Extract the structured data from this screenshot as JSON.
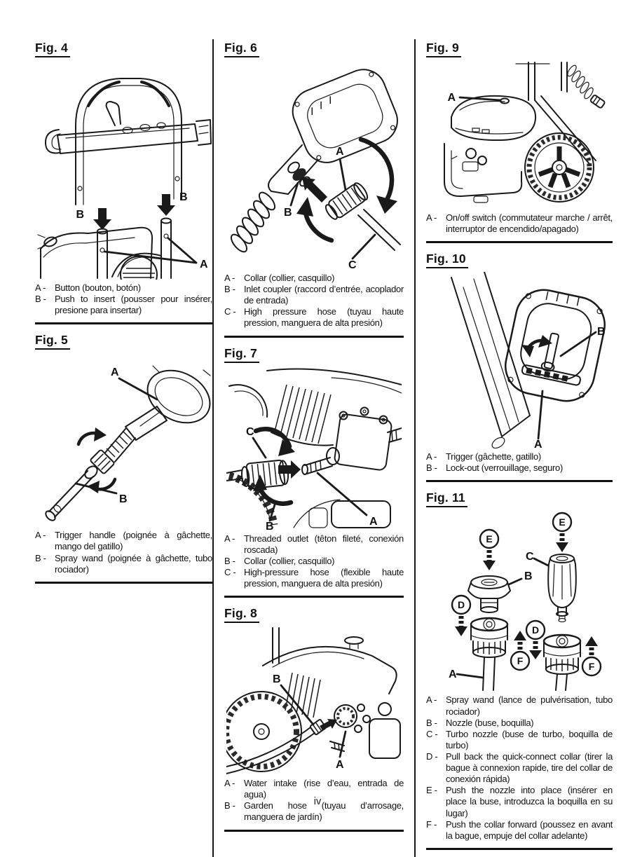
{
  "page_number": "iv",
  "figures": {
    "fig4": {
      "title": "Fig. 4",
      "labels": [
        "B",
        "B",
        "A"
      ],
      "captions": [
        {
          "key": "A -",
          "text": "Button (bouton, botón)"
        },
        {
          "key": "B -",
          "text": "Push to insert (pousser pour insérer, presione para insertar)"
        }
      ]
    },
    "fig5": {
      "title": "Fig. 5",
      "labels": [
        "A",
        "B"
      ],
      "captions": [
        {
          "key": "A -",
          "text": "Trigger handle (poignée à gâchette, mango del gatillo)"
        },
        {
          "key": "B -",
          "text": "Spray wand (poignée à gâchette, tubo rociador)"
        }
      ]
    },
    "fig6": {
      "title": "Fig. 6",
      "labels": [
        "A",
        "B",
        "C"
      ],
      "captions": [
        {
          "key": "A -",
          "text": "Collar (collier, casquillo)"
        },
        {
          "key": "B -",
          "text": "Inlet coupler (raccord d’entrée, acoplador de entrada)"
        },
        {
          "key": "C -",
          "text": "High pressure hose (tuyau haute pression, manguera de alta presión)"
        }
      ]
    },
    "fig7": {
      "title": "Fig. 7",
      "labels": [
        "C",
        "B",
        "A"
      ],
      "captions": [
        {
          "key": "A -",
          "text": "Threaded outlet (têton fileté, conexión roscada)"
        },
        {
          "key": "B -",
          "text": "Collar (collier, casquillo)"
        },
        {
          "key": "C -",
          "text": "High-pressure hose (flexible haute pression, manguera de alta presión)"
        }
      ]
    },
    "fig8": {
      "title": "Fig. 8",
      "labels": [
        "B",
        "A"
      ],
      "captions": [
        {
          "key": "A -",
          "text": "Water intake (rise d’eau, entrada de agua)"
        },
        {
          "key": "B -",
          "text": "Garden hose (tuyau d’arrosage, manguera de jardín)"
        }
      ]
    },
    "fig9": {
      "title": "Fig. 9",
      "labels": [
        "A"
      ],
      "captions": [
        {
          "key": "A -",
          "text": "On/off switch (commutateur marche / arrêt, interruptor de encendido/apagado)"
        }
      ]
    },
    "fig10": {
      "title": "Fig. 10",
      "labels": [
        "B",
        "A"
      ],
      "captions": [
        {
          "key": "A -",
          "text": "Trigger (gâchette, gatillo)"
        },
        {
          "key": "B -",
          "text": "Lock-out (verrouillage, seguro)"
        }
      ]
    },
    "fig11": {
      "title": "Fig. 11",
      "labels": [
        "E",
        "B",
        "D",
        "F",
        "A",
        "E",
        "C",
        "D",
        "F"
      ],
      "captions": [
        {
          "key": "A -",
          "text": "Spray wand (lance de pulvérisation, tubo rociador)"
        },
        {
          "key": "B -",
          "text": "Nozzle (buse, boquilla)"
        },
        {
          "key": "C -",
          "text": "Turbo nozzle (buse de turbo, boquilla de turbo)"
        },
        {
          "key": "D -",
          "text": "Pull back the quick-connect collar (tirer la bague à connexion rapide, tire del collar de conexión rápida)"
        },
        {
          "key": "E -",
          "text": "Push the nozzle into place (insérer en place la buse, introduzca la boquilla en su lugar)"
        },
        {
          "key": "F -",
          "text": "Push the collar forward (poussez en avant la bague, empuje del collar adelante)"
        }
      ]
    }
  }
}
